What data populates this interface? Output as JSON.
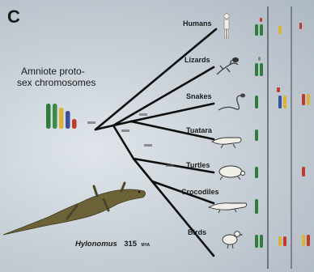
{
  "panel_label": "C",
  "ancestor_caption": {
    "line1": "Amniote proto-",
    "line2": "sex chromosomes"
  },
  "taxa": [
    "Humans",
    "Lizards",
    "Snakes",
    "Tuatara",
    "Turtles",
    "Crocodiles",
    "Birds"
  ],
  "fossil": {
    "genus": "Hylonomus",
    "age": "315",
    "age_unit": "MYA"
  },
  "colors": {
    "background": "#c9d1d8",
    "branch": "#0e0e0e",
    "chromosome_green": "#2e7d3f",
    "chromosome_yellow": "#d9b23a",
    "chromosome_blue": "#3a4fa0",
    "chromosome_red": "#c0392b",
    "lizard_body": "#6b6238",
    "divider": "#3d4650"
  },
  "icons": [
    "human-icon",
    "lizard-icon",
    "snake-icon",
    "tuatara-icon",
    "turtle-icon",
    "crocodile-icon",
    "bird-icon",
    "hylonomus-lizard-icon"
  ]
}
